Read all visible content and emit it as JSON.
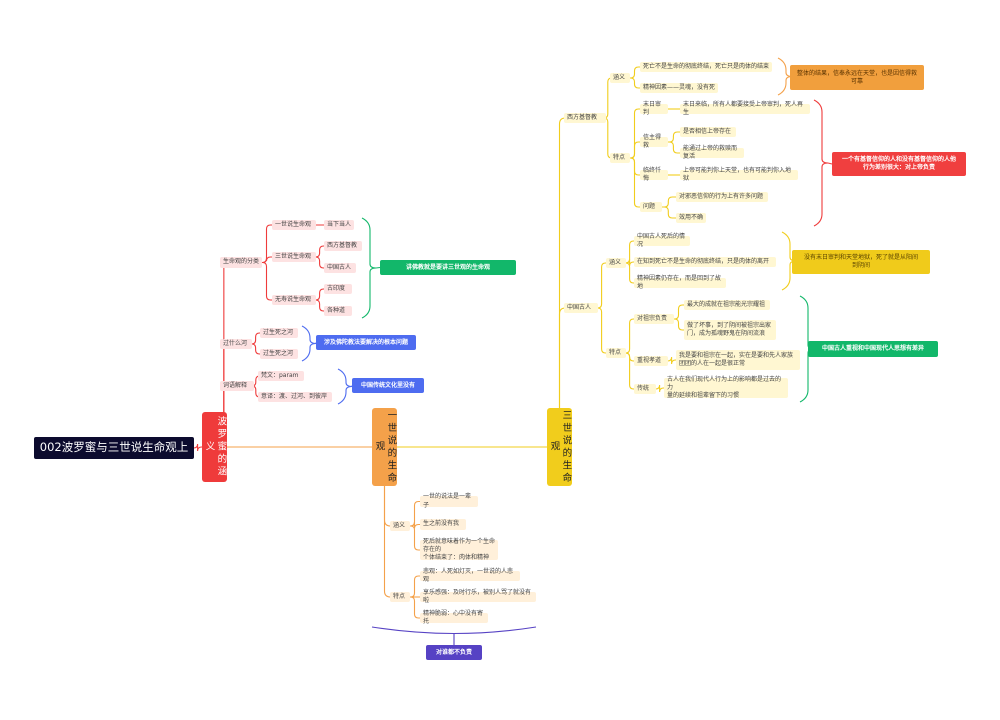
{
  "title": "002波罗蜜与三世说生命观上",
  "branches": {
    "paramita": "波罗蜜的涵义",
    "one_life": "一世说的生命观",
    "three_life": "三世说的生命观"
  },
  "paramita": {
    "life_cat": "生命观的分类",
    "one": "一世说生命观",
    "heaven": "当下当人",
    "three": "三世说生命观",
    "west_bud": "西方基督教",
    "cn_ancient": "中国古人",
    "no_lifespan": "无寿说生命观",
    "gulong": "古印度",
    "other_law": "各种道",
    "sum_kinds": "讲佛教就是要讲三世观的生命观",
    "what_cross": "过什么河",
    "past_life": "过生死之河",
    "this_life": "过生死之河",
    "sum_root": "涉及佛陀教法要解决的根本问题",
    "terms": "词语解释",
    "sanskrit": "梵文：param",
    "meaning": "意译：渡、过河、到彼岸",
    "sum_culture": "中国传统文化里没有"
  },
  "one_life": {
    "def": "涵义",
    "d1": "一世的说法是一辈子",
    "d2": "生之前没有我",
    "d3": "死后就意味着作为一个生命存在的\n个体结束了：肉体和精神",
    "feat": "特点",
    "f1": "悲观：人死如灯灭，一世说的人悲观",
    "f2": "享乐感强：及时行乐，被别人骂了就没有啦",
    "f3": "精神脆弱：心中没有寄托",
    "sum_resp": "对谁都不负责"
  },
  "three_life": {
    "west": "西方基督教",
    "w_def": "涵义",
    "w_d1": "死亡不是生命的彻底终结，死亡只是肉体的结束",
    "w_d2": "精神因素——灵魂，没有死",
    "w_sum": "整体的结果，信奉永远在天堂，也是因信得救\n可靠",
    "w_feat": "特点",
    "w_f1": "末日审判",
    "w_f1a": "末日来临，所有人都要接受上帝审判，死人再生",
    "w_f2": "信主得救",
    "w_f2a": "是否相信上帝存在",
    "w_f2b": "能通过上帝的救赎而复活",
    "w_f3": "临终忏悔",
    "w_f3a": "上帝可能判你上天堂，也有可能判你入地狱",
    "w_f4": "问题",
    "w_f4a": "对邪恶信仰的行为上有许多问题",
    "w_f4b": "效用不确",
    "w_sum2": "一个有基督信仰的人和没有基督信仰的人他\n行为差别很大：对上帝负责",
    "cn": "中国古人",
    "c_def": "涵义",
    "c_d1": "中国古人死后的情况",
    "c_d2": "在知到死亡不是生命的彻底终结，只是肉体的离开",
    "c_d3": "精神因素仍存在，而是回到了故地",
    "c_sum": "没有末日审判和天堂地狱，死了就是从阳间\n到阴间",
    "c_feat": "特点",
    "c_f1": "对祖宗负责",
    "c_f1a": "最大的成就在祖宗能光宗耀祖",
    "c_f1b": "做了坏事，到了阴间被祖宗出家\n门，成为孤魂野鬼在阴间流浪",
    "c_f2": "重视孝道",
    "c_f2a": "我是要和祖宗在一起，实在是要和先人家族\n团团的人在一起是很正常",
    "c_f3": "传统",
    "c_f3a": "古人在我们现代人行为上的影响都是过去的力\n量的延续和祖辈留下的习惯",
    "c_sum2": "中国古人重视和中国现代人思想有差异"
  },
  "colors": {
    "red": "#ef3b3b",
    "orange": "#f4a14a",
    "yellow": "#f1cd1c",
    "green": "#12b76a",
    "blue": "#4e6cf0",
    "purple": "#5642c4"
  }
}
